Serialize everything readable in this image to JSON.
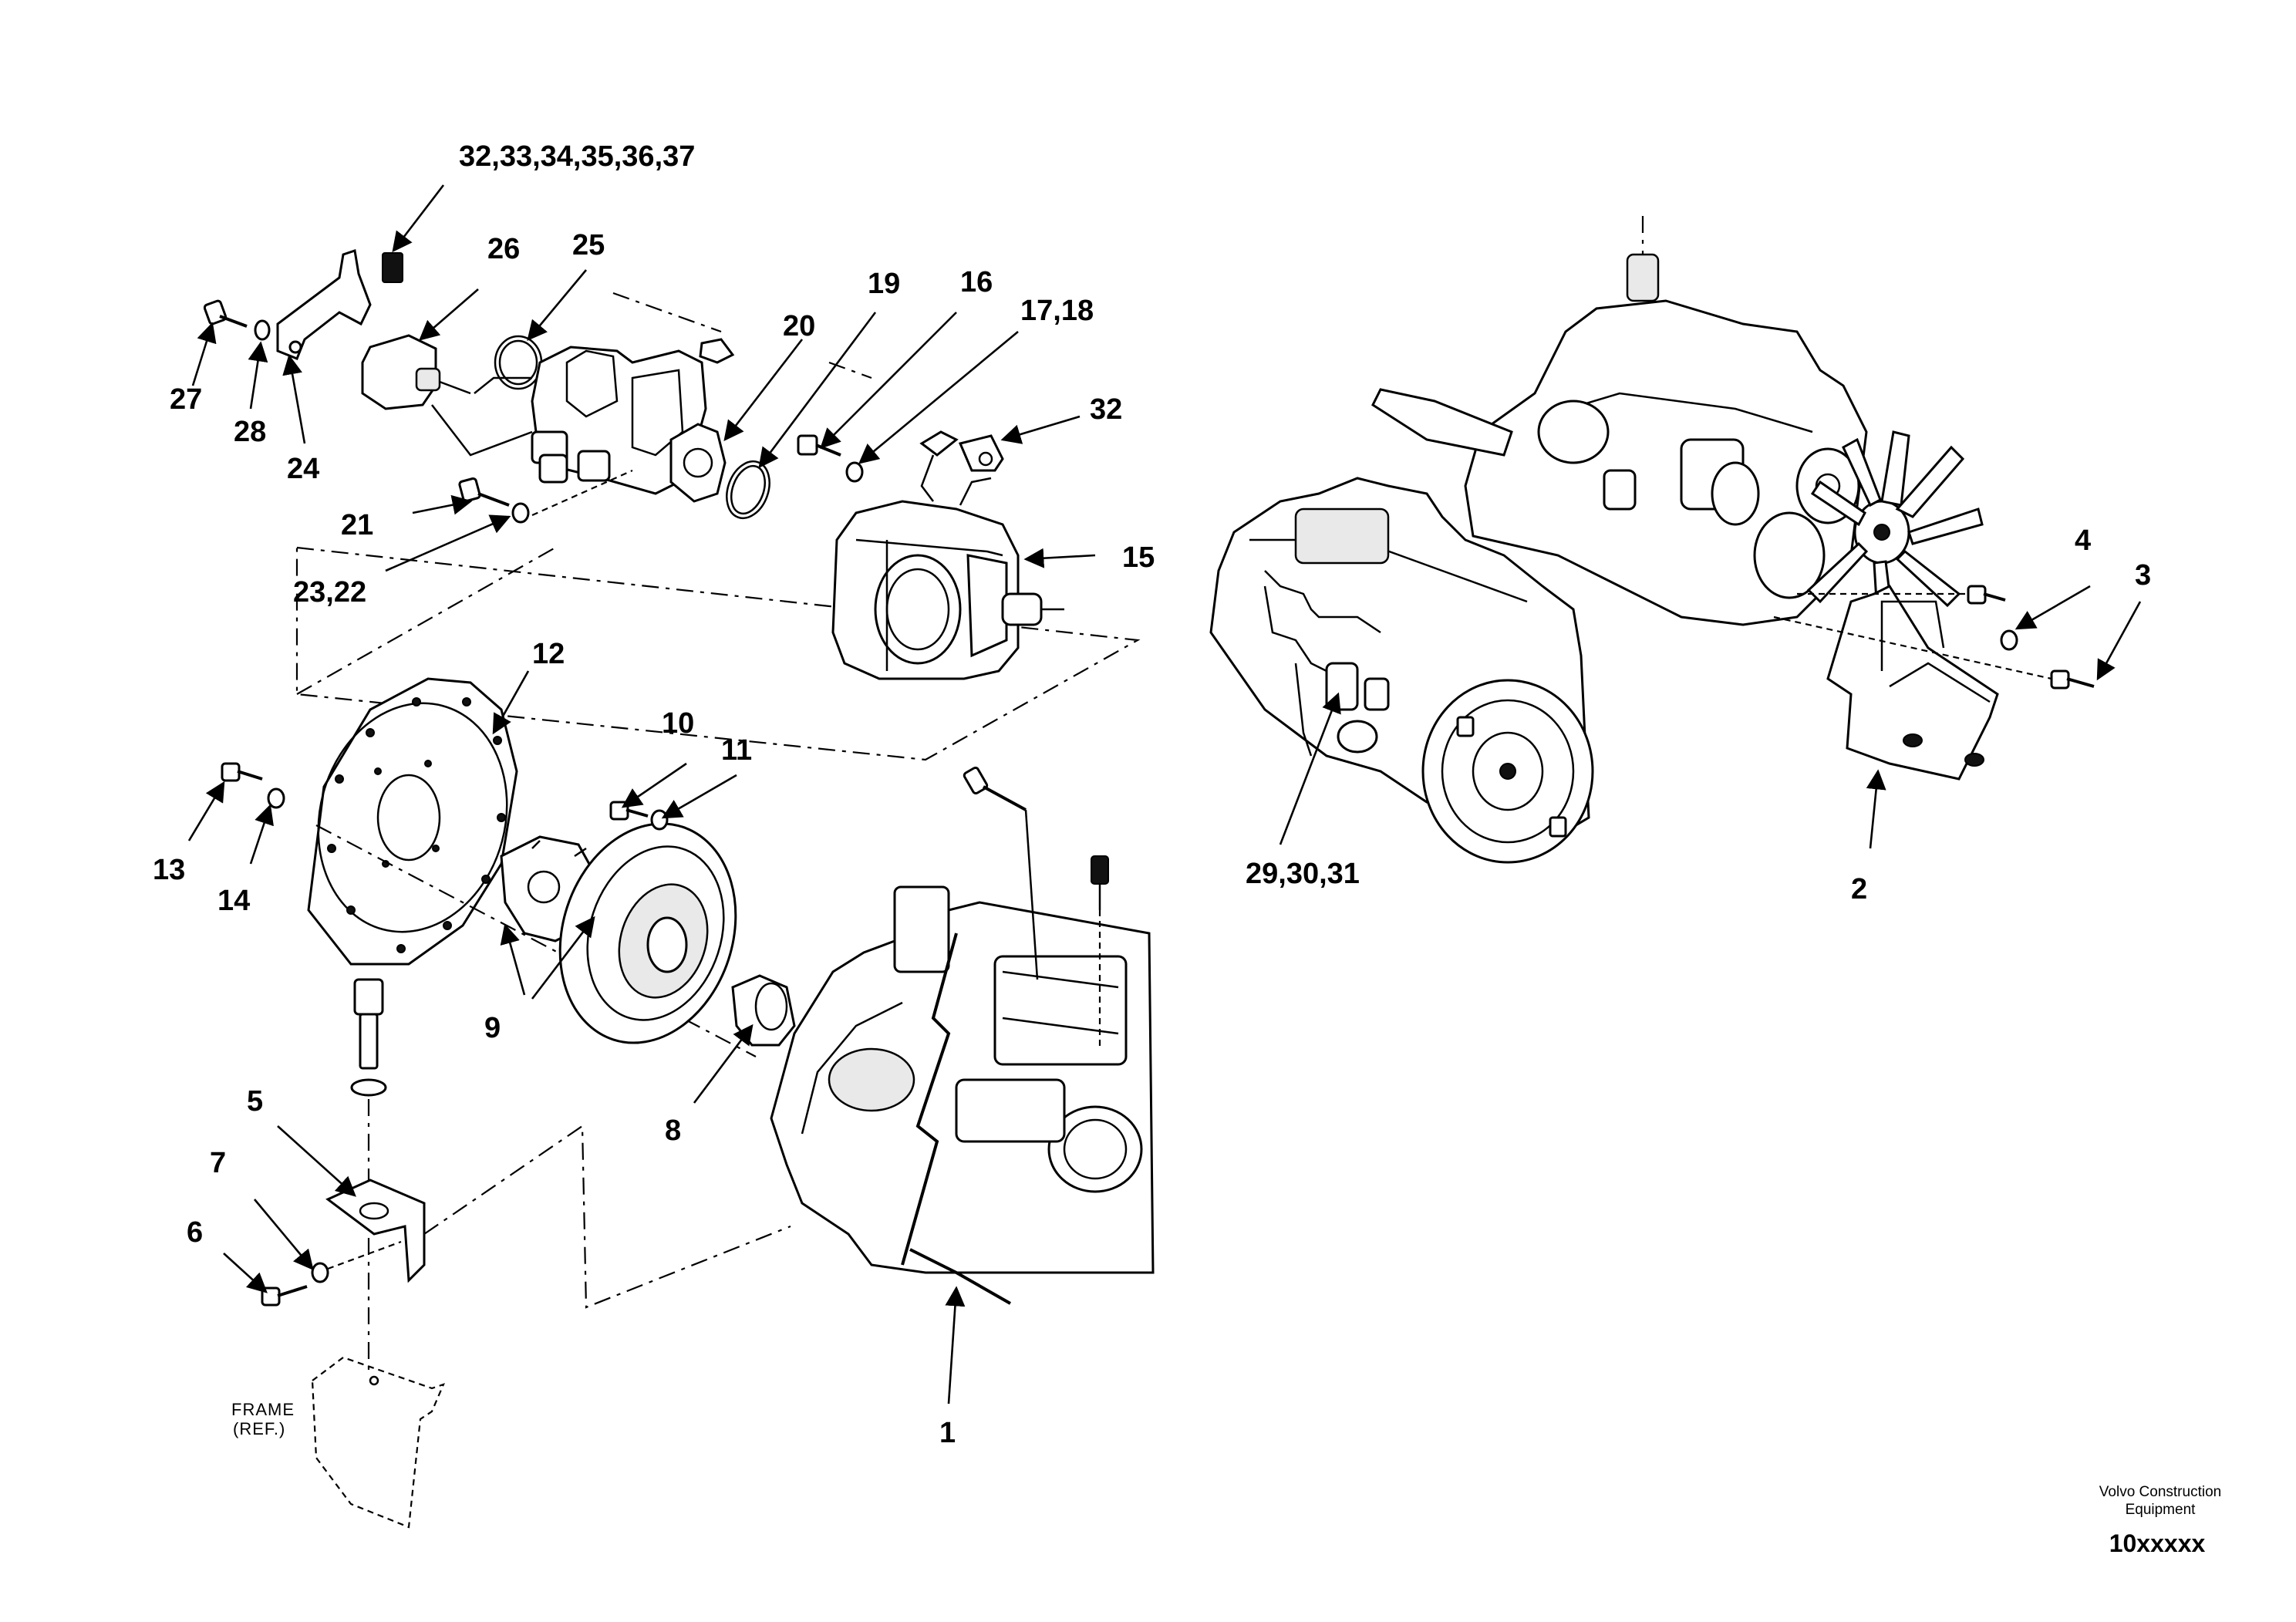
{
  "callouts": {
    "c1": "1",
    "c2": "2",
    "c3": "3",
    "c4": "4",
    "c5": "5",
    "c6": "6",
    "c7": "7",
    "c8": "8",
    "c9": "9",
    "c10": "10",
    "c11": "11",
    "c12": "12",
    "c13": "13",
    "c14": "14",
    "c15": "15",
    "c16": "16",
    "c17_18": "17,18",
    "c19": "19",
    "c20": "20",
    "c21": "21",
    "c23_22": "23,22",
    "c24": "24",
    "c25": "25",
    "c26": "26",
    "c27": "27",
    "c28": "28",
    "c29_30_31": "29,30,31",
    "c32": "32",
    "c32_37": "32,33,34,35,36,37"
  },
  "frame_ref": {
    "line1": "FRAME",
    "line2": "(REF.)"
  },
  "footer": {
    "company_line1": "Volvo Construction",
    "company_line2": "Equipment",
    "drawing_number": "10xxxxx"
  }
}
